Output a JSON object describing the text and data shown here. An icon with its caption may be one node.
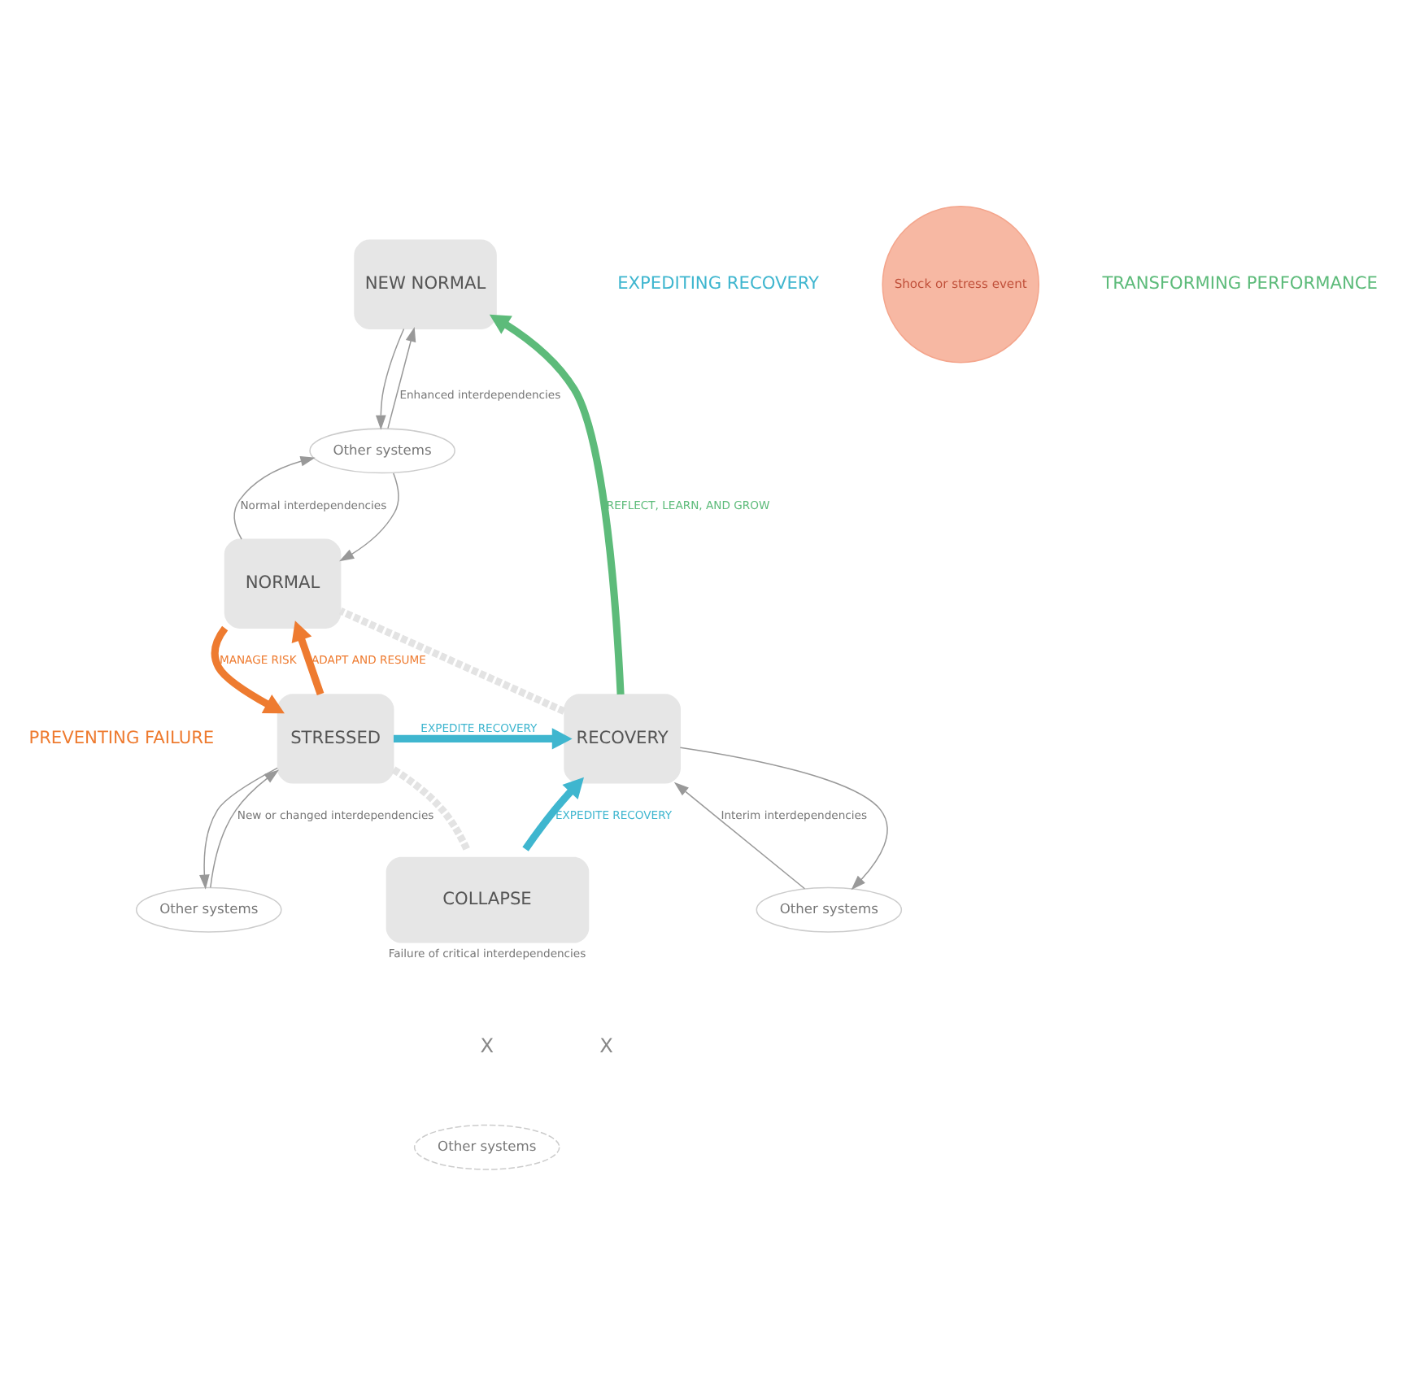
{
  "diagram": {
    "nodes": [
      {
        "text": [
          "NEW NORMAL"
        ]
      },
      {
        "text": [
          "Other systems"
        ]
      },
      {
        "text": [
          "NORMAL"
        ]
      },
      {
        "text": [
          "Shock or stress event"
        ]
      },
      {
        "text": [
          "STRESSED"
        ]
      },
      {
        "text": [
          "Other systems"
        ]
      },
      {
        "text": [
          "RECOVERY"
        ]
      },
      {
        "text": [
          "Other systems"
        ]
      },
      {
        "text": [
          "COLLAPSE"
        ],
        "beside": [
          "Failure of critical interdependencies"
        ]
      },
      {
        "text": [
          "Other systems"
        ]
      }
    ],
    "edges": [
      {
        "from": 1,
        "to": 0,
        "arrow": "to",
        "label": "Enhanced interdependencies"
      },
      {
        "from": 0,
        "to": 1,
        "arrow": "to"
      },
      {
        "from": 2,
        "to": 1,
        "arrow": "to",
        "label": "Normal interdependencies"
      },
      {
        "from": 1,
        "to": 2,
        "arrow": "to"
      },
      {
        "from": 6,
        "to": 0,
        "arrow": "to",
        "label": "REFLECT, LEARN, AND GROW",
        "style": "thick",
        "color": "#5dbb7a"
      },
      {
        "from": 2,
        "to": 4,
        "arrow": "to",
        "label": "MANAGE RISK",
        "style": "thick",
        "color": "#ee7b30"
      },
      {
        "from": 4,
        "to": 2,
        "arrow": "to",
        "label": "ADAPT AND RESUME",
        "style": "thick",
        "color": "#ee7b30"
      },
      {
        "from": 5,
        "to": 4,
        "arrow": "to",
        "label": "New or changed interdependencies"
      },
      {
        "from": 4,
        "to": 5,
        "arrow": "to"
      },
      {
        "from": 4,
        "to": 6,
        "arrow": "to",
        "label": "EXPEDITE RECOVERY",
        "style": "thick",
        "color": "#3fb6cf"
      },
      {
        "from": 7,
        "to": 6,
        "arrow": "to",
        "label": "Interim interdependencies"
      },
      {
        "from": 6,
        "to": 7,
        "arrow": "to"
      },
      {
        "from": 8,
        "to": 6,
        "arrow": "to",
        "label": "EXPEDITE RECOVERY",
        "style": "thick",
        "color": "#3fb6cf"
      },
      {
        "from": 6,
        "to": 2,
        "arrow": "none",
        "style": "dashed",
        "color": "#e3e3e3"
      },
      {
        "from": 4,
        "to": 8,
        "arrow": "none",
        "style": "dashed",
        "color": "#e3e3e3"
      }
    ],
    "labels": [
      "TRANSFORMING PERFORMANCE",
      "PREVENTING FAILURE",
      "EXPEDITING RECOVERY",
      "X",
      "X"
    ]
  }
}
